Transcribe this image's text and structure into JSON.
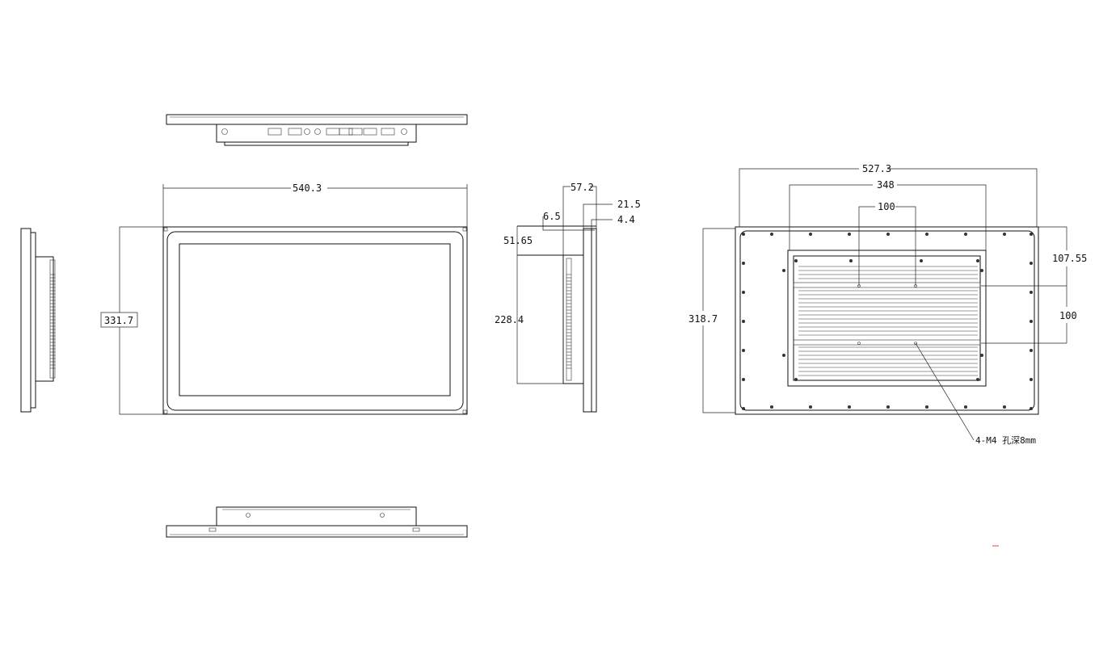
{
  "drawing": {
    "front_width": "540.3",
    "front_height": "331.7",
    "side_depth_total": "57.2",
    "side_depth_panel": "21.5",
    "side_bezel_offset": "6.5",
    "side_bezel_thickness": "4.4",
    "side_top_offset": "51.65",
    "side_box_height": "228.4",
    "back_width": "527.3",
    "back_box_width": "348",
    "vesa_horizontal": "100",
    "back_top_offset": "107.55",
    "vesa_vertical": "100",
    "back_height": "318.7",
    "mount_note": "4-M4 孔深8mm"
  },
  "colors": {
    "line": "#111111",
    "accent_mark": "#e8402a"
  }
}
